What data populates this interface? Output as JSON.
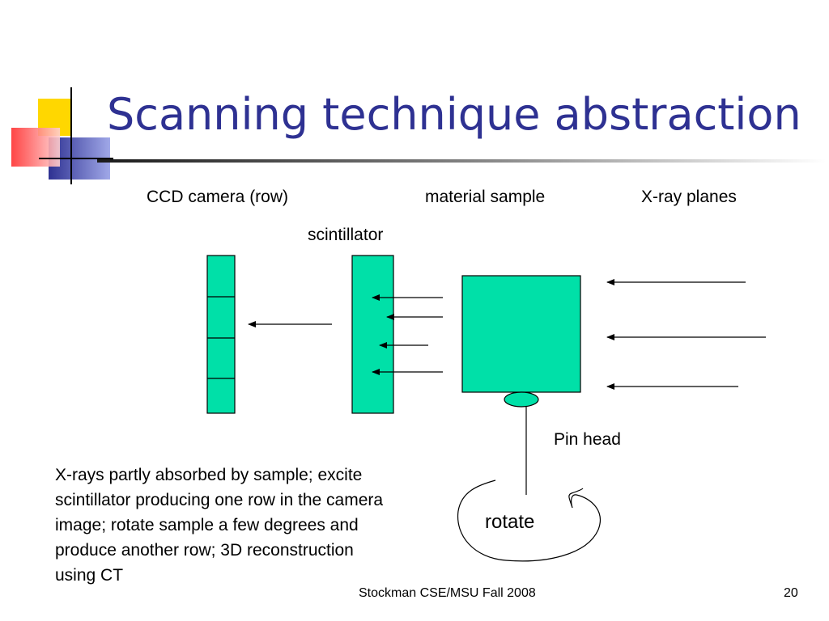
{
  "slide": {
    "title": "Scanning technique abstraction",
    "labels": {
      "ccd_camera": "CCD camera (row)",
      "material_sample": "material sample",
      "xray_planes": "X-ray planes",
      "scintillator": "scintillator",
      "pin_head": "Pin head",
      "rotate": "rotate"
    },
    "description": "X-rays partly absorbed by sample; excite scintillator producing one row in the camera image; rotate sample a few degrees and produce another row; 3D reconstruction using CT",
    "footer": {
      "credit": "Stockman CSE/MSU Fall 2008",
      "page_number": "20"
    }
  },
  "colors": {
    "title": "#2e3192",
    "shape_fill": "#00e0a8",
    "logo_yellow": "#ffd700",
    "logo_blue": "#2e3192",
    "logo_red": "#ff4040"
  }
}
